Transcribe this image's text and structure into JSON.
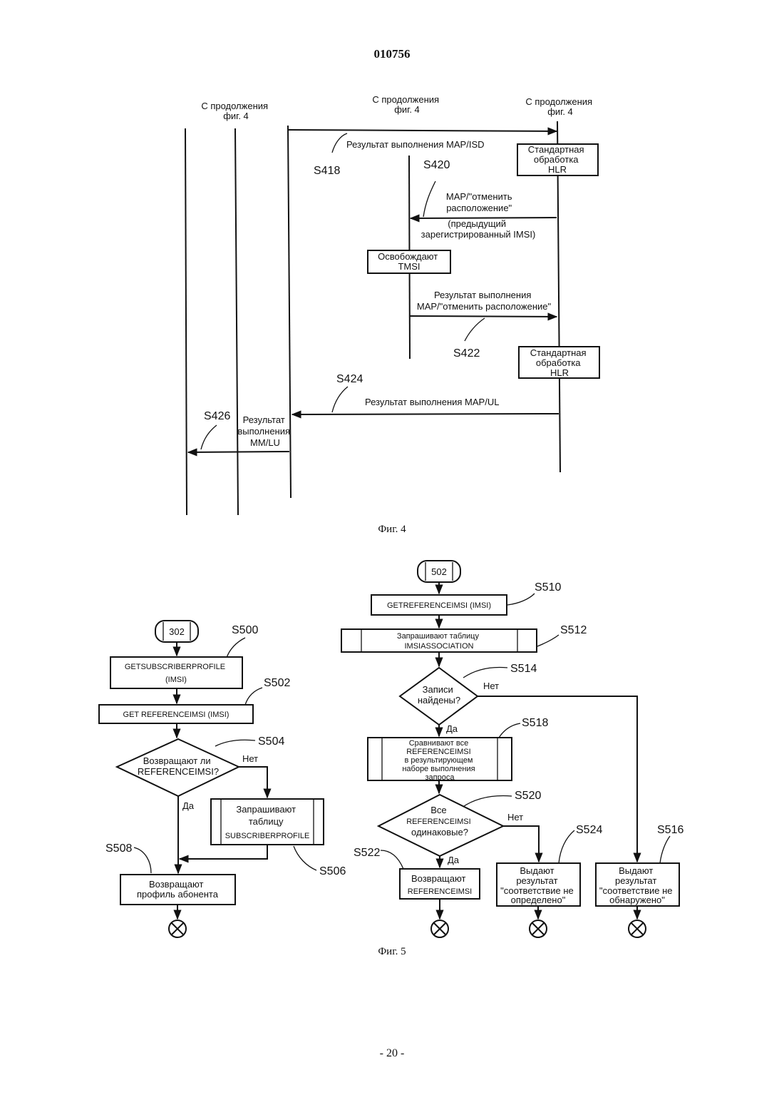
{
  "page": {
    "header": "010756",
    "page_number": "- 20 -"
  },
  "fig4": {
    "caption": "Фиг. 4",
    "continue_left": [
      "С продолжения",
      "фиг. 4"
    ],
    "continue_middle": [
      "С продолжения",
      "фиг. 4"
    ],
    "continue_right": [
      "С продолжения",
      "фиг. 4"
    ],
    "steps": {
      "s418": "S418",
      "s420": "S420",
      "s422": "S422",
      "s424": "S424",
      "s426": "S426"
    },
    "msg_isd_result": "Результат выполнения MAP/ISD",
    "hlr_box_1": [
      "Стандартная",
      "обработка",
      "HLR"
    ],
    "msg_cancel": [
      "MAP/\"отменить",
      "расположение\"",
      "(предыдущий",
      "зарегистрированный IMSI)"
    ],
    "tmsi_box": [
      "Освобождают",
      "TMSI"
    ],
    "msg_cancel_result": [
      "Результат выполнения",
      "MAP/\"отменить расположение\""
    ],
    "hlr_box_2": [
      "Стандартная",
      "обработка",
      "HLR"
    ],
    "msg_ul_result": "Результат выполнения MAP/UL",
    "msg_mmlu_result": [
      "Результат",
      "выполнения",
      "MM/LU"
    ]
  },
  "fig5": {
    "caption": "Фиг. 5",
    "left": {
      "start": "302",
      "s500": "S500",
      "s502": "S502",
      "s504": "S504",
      "s506": "S506",
      "s508": "S508",
      "get_profile": [
        "GETSUBSCRIBERPROFILE",
        "(IMSI)"
      ],
      "get_ref": "GET REFERENCEIMSI (IMSI)",
      "decision": [
        "Возвращают ли",
        "REFERENCEIMSI?"
      ],
      "yes": "Да",
      "no": "Нет",
      "query_table": [
        "Запрашивают",
        "таблицу",
        "SUBSCRIBERPROFILE"
      ],
      "return_profile": [
        "Возвращают",
        "профиль абонента"
      ]
    },
    "right": {
      "start": "502",
      "s510": "S510",
      "s512": "S512",
      "s514": "S514",
      "s516": "S516",
      "s518": "S518",
      "s520": "S520",
      "s522": "S522",
      "s524": "S524",
      "get_ref": "GETREFERENCEIMSI (IMSI)",
      "query_table": [
        "Запрашивают таблицу",
        "IMSIASSOCIATION"
      ],
      "decision_found": [
        "Записи",
        "найдены?"
      ],
      "no_1": "Нет",
      "yes_1": "Да",
      "compare": [
        "Сравнивают все",
        "REFERENCEIMSI",
        "в результирующем",
        "наборе выполнения",
        "запроса"
      ],
      "decision_same": [
        "Все",
        "REFERENCEIMSI",
        "одинаковые?"
      ],
      "no_2": "Нет",
      "yes_2": "Да",
      "return_ref": [
        "Возвращают",
        "REFERENCEIMSI"
      ],
      "result_undetermined": [
        "Выдают",
        "результат",
        "\"соответствие не",
        "определено\""
      ],
      "result_not_found": [
        "Выдают",
        "результат",
        "\"соответствие не",
        "обнаружено\""
      ]
    }
  }
}
